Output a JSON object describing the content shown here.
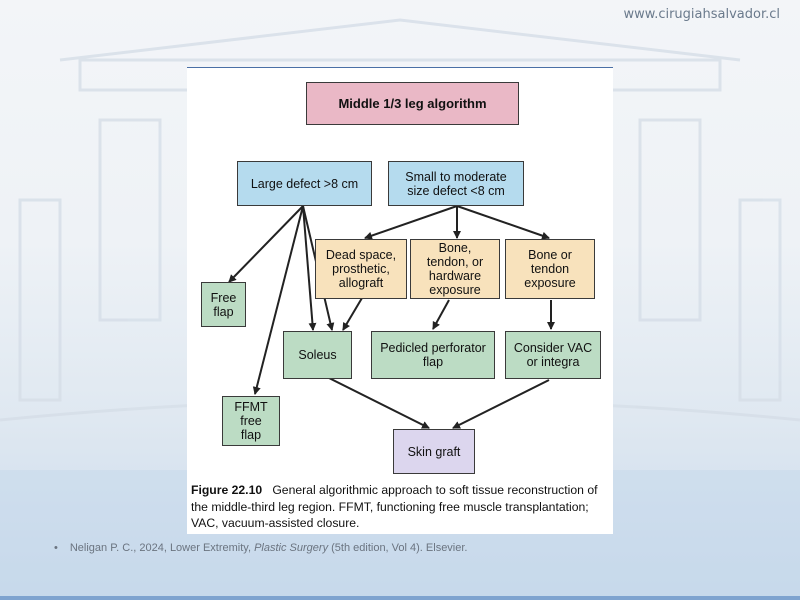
{
  "header": {
    "site_url": "www.cirugiahsalvador.cl"
  },
  "diagram": {
    "title": "Middle 1/3 leg algorithm",
    "nodes": {
      "large_defect": "Large defect >8 cm",
      "small_defect": "Small to moderate\nsize defect <8 cm",
      "dead_space": "Dead space,\nprosthetic,\nallograft",
      "bone_tendon_hardware": "Bone,\ntendon, or\nhardware\nexposure",
      "bone_tendon": "Bone or\ntendon\nexposure",
      "free_flap": "Free\nflap",
      "soleus": "Soleus",
      "pedicled": "Pedicled perforator\nflap",
      "vac": "Consider VAC\nor integra",
      "ffmt": "FFMT\nfree\nflap",
      "skin_graft": "Skin graft"
    },
    "colors": {
      "title": "#eab8c6",
      "blue": "#b5dbee",
      "tan": "#f8e2bc",
      "green": "#bcdcc4",
      "purple": "#dcd6ee"
    }
  },
  "caption": {
    "label": "Figure 22.10",
    "text": "General algorithmic approach to soft tissue reconstruction of the middle-third leg region. FFMT, functioning free muscle transplantation; VAC, vacuum-assisted closure."
  },
  "footer": {
    "bullet": "•",
    "citation_prefix": "Neligan P. C., 2024, Lower Extremity, ",
    "citation_title": "Plastic Surgery",
    "citation_suffix": " (5th edition, Vol 4). Elsevier."
  }
}
